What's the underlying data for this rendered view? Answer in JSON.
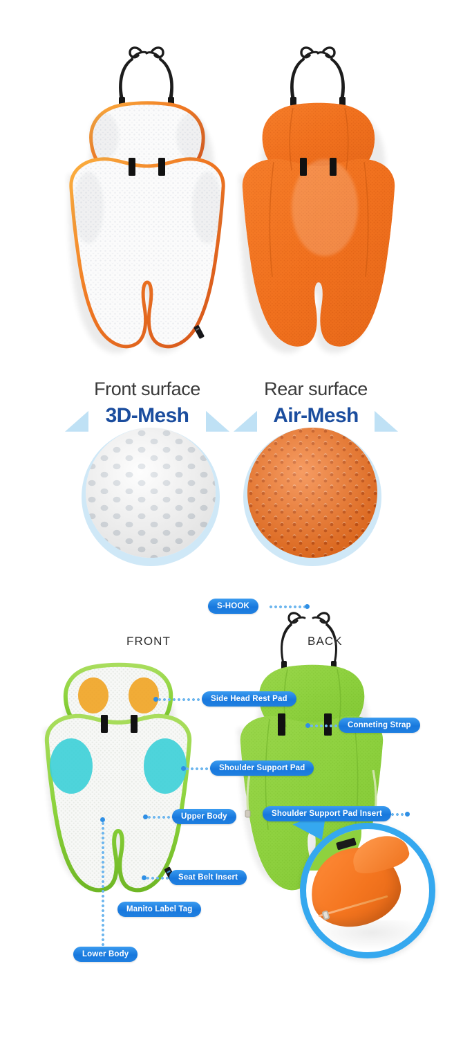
{
  "sections": {
    "surfaces": {
      "front": {
        "title": "Front surface",
        "subtitle": "3D-Mesh"
      },
      "rear": {
        "title": "Rear surface",
        "subtitle": "Air-Mesh"
      }
    },
    "diagram": {
      "front_view_label": "FRONT",
      "back_view_label": "BACK",
      "callouts": [
        {
          "id": "s-hook",
          "label": "S-HOOK"
        },
        {
          "id": "side-head-rest-pad",
          "label": "Side Head Rest Pad"
        },
        {
          "id": "conneting-strap",
          "label": "Conneting Strap"
        },
        {
          "id": "shoulder-support-pad",
          "label": "Shoulder Support Pad"
        },
        {
          "id": "shoulder-support-pad-insert",
          "label": "Shoulder Support Pad Insert"
        },
        {
          "id": "upper-body",
          "label": "Upper Body"
        },
        {
          "id": "seat-belt-insert",
          "label": "Seat Belt Insert"
        },
        {
          "id": "manito-label-tag",
          "label": "Manito Label Tag"
        },
        {
          "id": "lower-body",
          "label": "Lower Body"
        }
      ]
    }
  },
  "colors": {
    "callout_blue": "#1878dd",
    "heading_blue": "#1b4d9e",
    "halo_blue": "#cfe8f7",
    "zoom_ring_blue": "#35a8ef",
    "product_orange": "#f2711f",
    "liner_green": "#8ed13f",
    "head_pad_orange": "#f0a322",
    "shoulder_pad_cyan": "#3fd0d8",
    "trim_orange": "#e8641a"
  }
}
